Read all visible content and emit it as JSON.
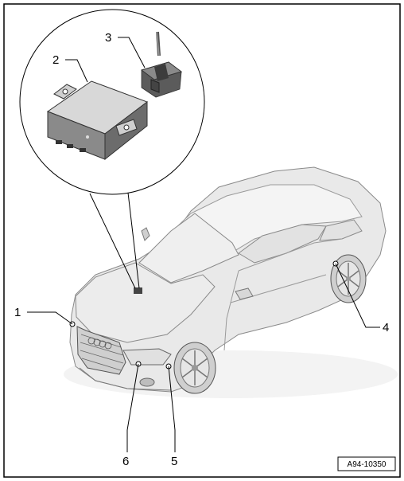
{
  "callouts": [
    {
      "label": "1"
    },
    {
      "label": "2"
    },
    {
      "label": "3"
    },
    {
      "label": "4"
    },
    {
      "label": "5"
    },
    {
      "label": "6"
    }
  ],
  "reference_code": "A94-10350"
}
